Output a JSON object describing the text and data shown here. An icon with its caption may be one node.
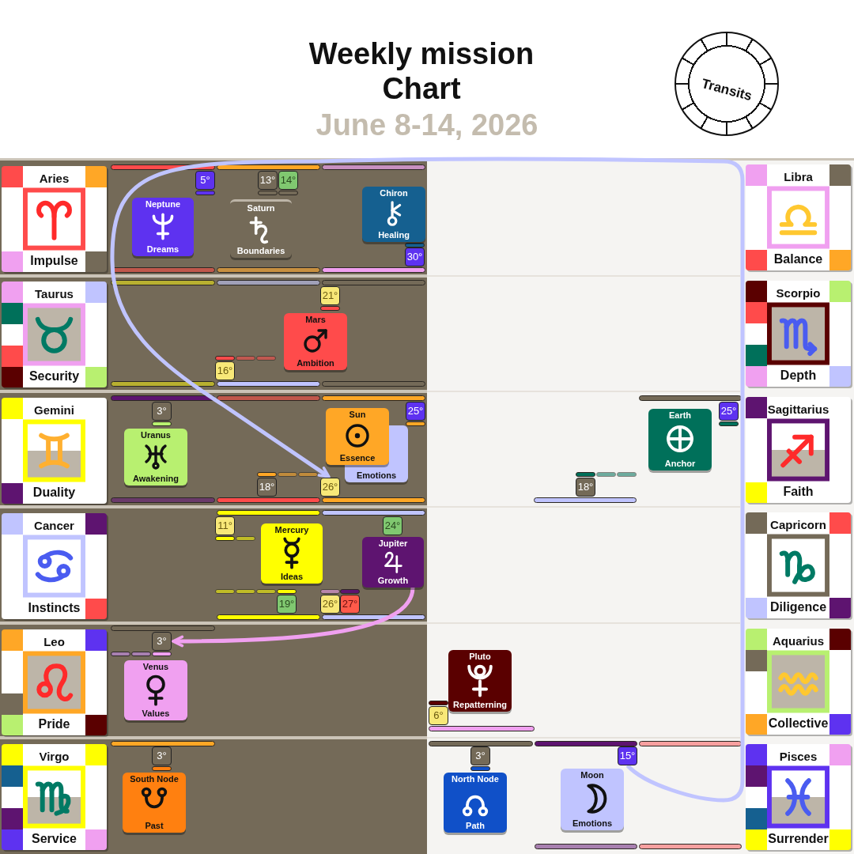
{
  "diagram": {
    "title": "Weekly mission Chart",
    "nodes": [
      {
        "text": [
          "Transits"
        ]
      },
      {
        "text": [
          "Aries",
          "Impulse"
        ]
      },
      {
        "text": [
          "5°"
        ]
      },
      {
        "text": [
          "13°"
        ]
      },
      {
        "text": [
          "14°"
        ]
      },
      {
        "text": [
          "Neptune",
          "Dreams"
        ]
      },
      {
        "text": [
          "Saturn",
          "Boundaries"
        ]
      },
      {
        "text": [
          "Chiron",
          "Healing"
        ]
      },
      {
        "text": [
          "30°"
        ]
      },
      {
        "text": [
          "Libra",
          "Balance"
        ]
      },
      {
        "text": [
          "Taurus",
          "Security"
        ]
      },
      {
        "text": [
          "21°"
        ]
      },
      {
        "text": [
          "Mars",
          "Ambition"
        ]
      },
      {
        "text": [
          "16°"
        ]
      },
      {
        "text": [
          "Scorpio",
          "Depth"
        ]
      },
      {
        "text": [
          "Gemini",
          "Duality"
        ]
      },
      {
        "text": [
          "3°"
        ]
      },
      {
        "text": [
          "Uranus",
          "Awakening"
        ]
      },
      {
        "text": [
          "Sun",
          "Essence"
        ]
      },
      {
        "text": [
          "25°"
        ]
      },
      {
        "text": [
          "Emotions"
        ]
      },
      {
        "text": [
          "18°"
        ]
      },
      {
        "text": [
          "26°"
        ]
      },
      {
        "text": [
          "25°"
        ]
      },
      {
        "text": [
          "Earth",
          "Anchor"
        ]
      },
      {
        "text": [
          "18°"
        ]
      },
      {
        "text": [
          "Sagittarius",
          "Faith"
        ]
      },
      {
        "text": [
          "Cancer",
          "Instincts"
        ]
      },
      {
        "text": [
          "11°"
        ]
      },
      {
        "text": [
          "24°"
        ]
      },
      {
        "text": [
          "Mercury",
          "Ideas"
        ]
      },
      {
        "text": [
          "Jupiter",
          "Growth"
        ]
      },
      {
        "text": [
          "19°"
        ]
      },
      {
        "text": [
          "26°"
        ]
      },
      {
        "text": [
          "27°"
        ]
      },
      {
        "text": [
          "Capricorn",
          "Diligence"
        ]
      },
      {
        "text": [
          "Leo",
          "Pride"
        ]
      },
      {
        "text": [
          "3°"
        ]
      },
      {
        "text": [
          "Venus",
          "Values"
        ]
      },
      {
        "text": [
          "Pluto",
          "Repatterning"
        ]
      },
      {
        "text": [
          "6°"
        ]
      },
      {
        "text": [
          "Aquarius",
          "Collective"
        ]
      },
      {
        "text": [
          "Virgo",
          "Service"
        ]
      },
      {
        "text": [
          "3°"
        ]
      },
      {
        "text": [
          "3°"
        ]
      },
      {
        "text": [
          "15°"
        ]
      },
      {
        "text": [
          "South Node",
          "Past"
        ]
      },
      {
        "text": [
          "North Node",
          "Path"
        ]
      },
      {
        "text": [
          "Moon",
          "Emotions"
        ]
      },
      {
        "text": [
          "Pisces",
          "Surrender"
        ]
      }
    ],
    "edges": [
      {
        "from": 45,
        "to": 22,
        "arrow": "to",
        "color": "#c0c4ff"
      },
      {
        "from": 31,
        "to": 37,
        "arrow": "to",
        "color": "#f0a0f0"
      }
    ],
    "labels": [
      "June 8-14, 2026"
    ]
  }
}
